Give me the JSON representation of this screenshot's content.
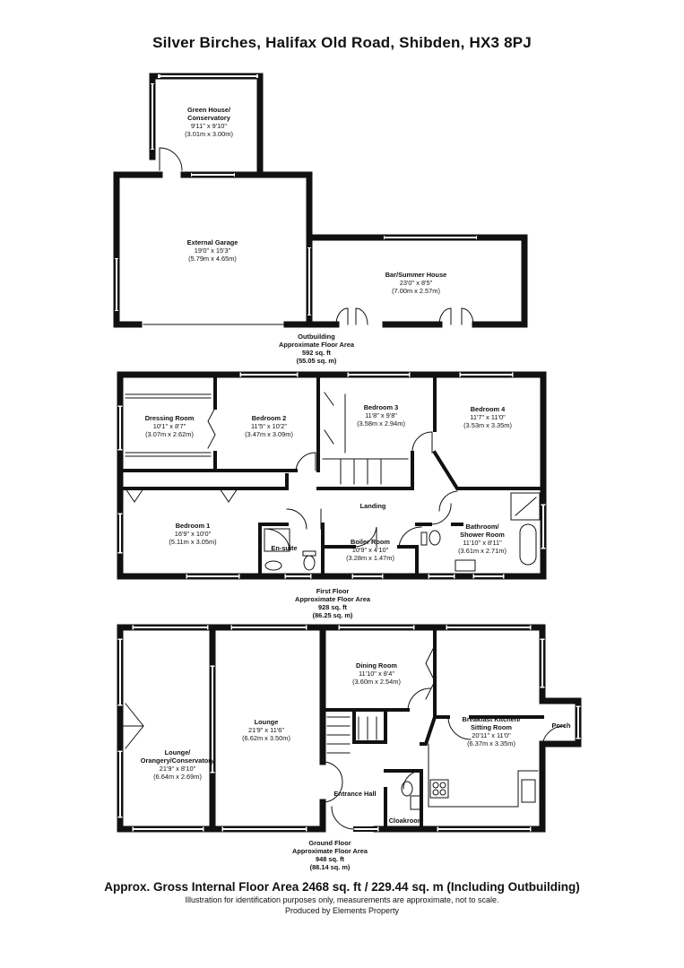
{
  "title": "Silver Birches, Halifax Old Road, Shibden, HX3 8PJ",
  "outbuilding": {
    "green_house": {
      "name_1": "Green House/",
      "name_2": "Conservatory",
      "imperial": "9'11\" x 9'10\"",
      "metric": "(3.01m x  3.00m)"
    },
    "garage": {
      "name": "External Garage",
      "imperial": "19'0\" x 15'3\"",
      "metric": "(5.79m x  4.65m)"
    },
    "bar": {
      "name": "Bar/Summer House",
      "imperial": "23'0\" x 8'5\"",
      "metric": "(7.00m x  2.57m)"
    },
    "area": {
      "line1": "Outbuilding",
      "line2": "Approximate Floor Area",
      "line3": "592 sq. ft",
      "line4": "(55.05 sq. m)"
    }
  },
  "first_floor": {
    "dressing": {
      "name": "Dressing Room",
      "imperial": "10'1\" x 8'7\"",
      "metric": "(3.07m x  2.62m)"
    },
    "bedroom2": {
      "name": "Bedroom 2",
      "imperial": "11'5\" x 10'2\"",
      "metric": "(3.47m x  3.09m)"
    },
    "bedroom3": {
      "name": "Bedroom 3",
      "imperial": "11'8\" x 9'8\"",
      "metric": "(3.58m x  2.94m)"
    },
    "bedroom4": {
      "name": "Bedroom 4",
      "imperial": "11'7\" x 11'0\"",
      "metric": "(3.53m x  3.35m)"
    },
    "landing": {
      "name": "Landing"
    },
    "bedroom1": {
      "name": "Bedroom 1",
      "imperial": "16'9\" x 10'0\"",
      "metric": "(5.11m x  3.05m)"
    },
    "ensuite": {
      "name": "En-suite"
    },
    "boiler": {
      "name": "Boiler Room",
      "imperial": "10'9\" x 4'10\"",
      "metric": "(3.28m x  1.47m)"
    },
    "bathroom": {
      "name_1": "Bathroom/",
      "name_2": "Shower Room",
      "imperial": "11'10\" x 8'11\"",
      "metric": "(3.61m x  2.71m)"
    },
    "area": {
      "line1": "First Floor",
      "line2": "Approximate Floor Area",
      "line3": "928 sq. ft",
      "line4": "(86.25 sq. m)"
    }
  },
  "ground_floor": {
    "orangery": {
      "name_1": "Lounge/",
      "name_2": "Orangery/Conservatory",
      "imperial": "21'9\" x 8'10\"",
      "metric": "(6.64m x  2.69m)"
    },
    "lounge": {
      "name": "Lounge",
      "imperial": "21'9\" x 11'6\"",
      "metric": "(6.62m x  3.50m)"
    },
    "dining": {
      "name": "Dining Room",
      "imperial": "11'10\" x 8'4\"",
      "metric": "(3.60m x  2.54m)"
    },
    "kitchen": {
      "name_1": "Breakfast Kitchen/",
      "name_2": "Sitting Room",
      "imperial": "20'11\" x 11'0\"",
      "metric": "(6.37m x  3.35m)"
    },
    "porch": {
      "name": "Porch"
    },
    "entrance": {
      "name": "Entrance Hall"
    },
    "cloakroom": {
      "name": "Cloakroom"
    },
    "area": {
      "line1": "Ground Floor",
      "line2": "Approximate Floor Area",
      "line3": "948 sq. ft",
      "line4": "(88.14 sq. m)"
    }
  },
  "footer": {
    "gross": "Approx. Gross Internal Floor Area 2468 sq. ft / 229.44 sq. m (Including Outbuilding)",
    "disclaimer": "Illustration for identification purposes only, measurements are approximate, not to scale.",
    "produced": "Produced by Elements Property"
  }
}
